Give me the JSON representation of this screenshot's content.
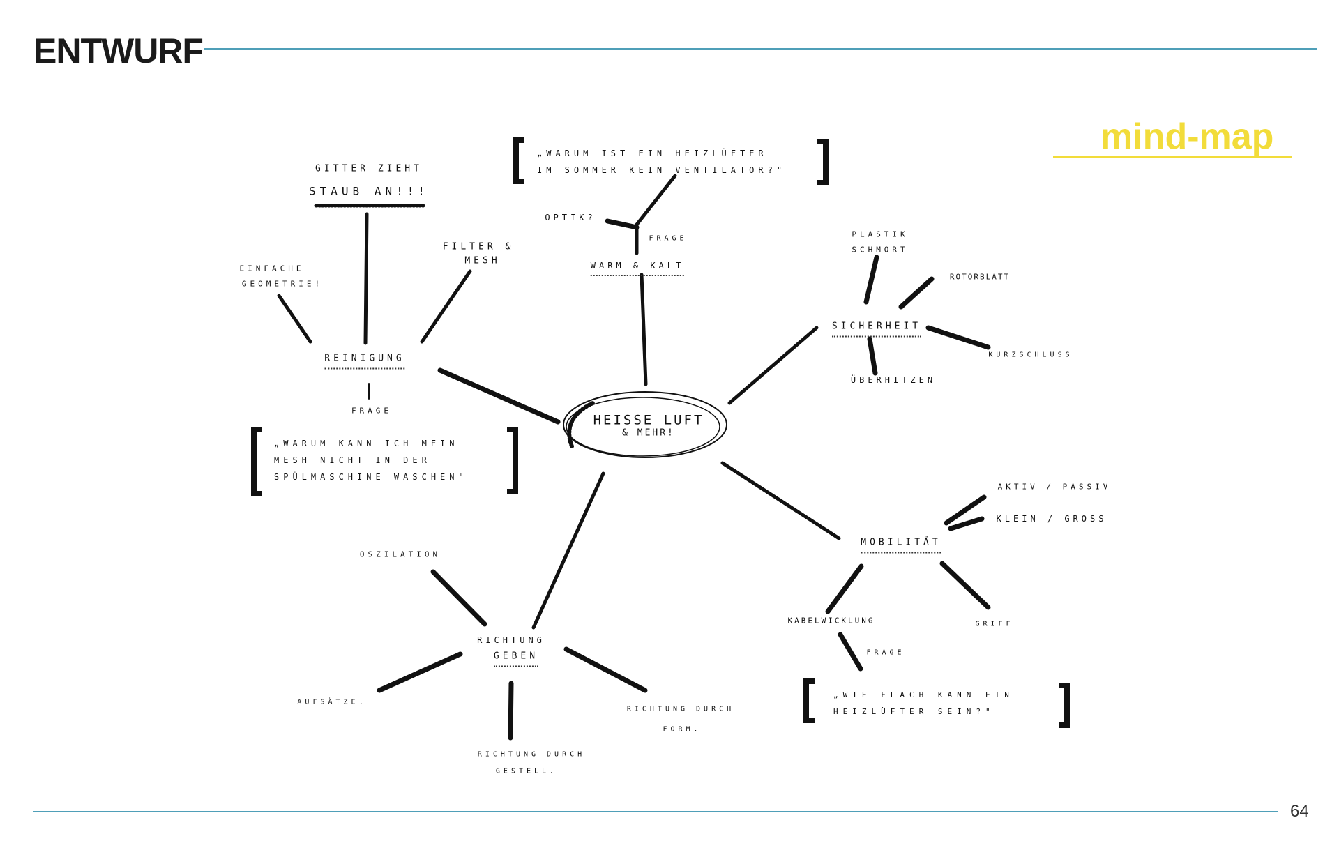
{
  "header": {
    "title": "ENTWURF",
    "subtitle": "mind-map"
  },
  "footer": {
    "page_number": "64"
  },
  "center": {
    "line1": "Heiße Luft",
    "line2": "& mehr!"
  },
  "reinigung": {
    "label": "Reinigung",
    "gitter1": "Gitter zieht",
    "gitter2": "Staub an!!!",
    "einfache1": "Einfache",
    "einfache2": "Geometrie!",
    "filter1": "Filter &",
    "filter2": "Mesh",
    "frage": "Frage",
    "quote1": "„Warum kann ich mein",
    "quote2": "Mesh nicht in der",
    "quote3": "Spülmaschine waschen\""
  },
  "warmkalt": {
    "label": "Warm & Kalt",
    "frage": "Frage",
    "optik": "Optik?",
    "quote1": "„Warum ist ein Heizlüfter",
    "quote2": "im Sommer kein Ventilator?\""
  },
  "sicherheit": {
    "label": "Sicherheit",
    "plastik1": "Plastik",
    "plastik2": "schmort",
    "rotor": "Rotorblatt",
    "kurz": "Kurzschluss",
    "ueber": "Überhitzen"
  },
  "mobilitaet": {
    "label": "Mobilität",
    "aktiv": "Aktiv / Passiv",
    "klein": "Klein / Groß",
    "kabel": "Kabelwicklung",
    "griff": "Griff",
    "frage": "Frage",
    "quote1": "„Wie flach kann ein",
    "quote2": "Heizlüfter sein?\""
  },
  "richtung": {
    "label1": "Richtung",
    "label2": "geben",
    "oszi": "Oszilation",
    "aufsaetze": "Aufsätze.",
    "form1": "Richtung durch",
    "form2": "Form.",
    "gestell1": "Richtung durch",
    "gestell2": "Gestell."
  }
}
